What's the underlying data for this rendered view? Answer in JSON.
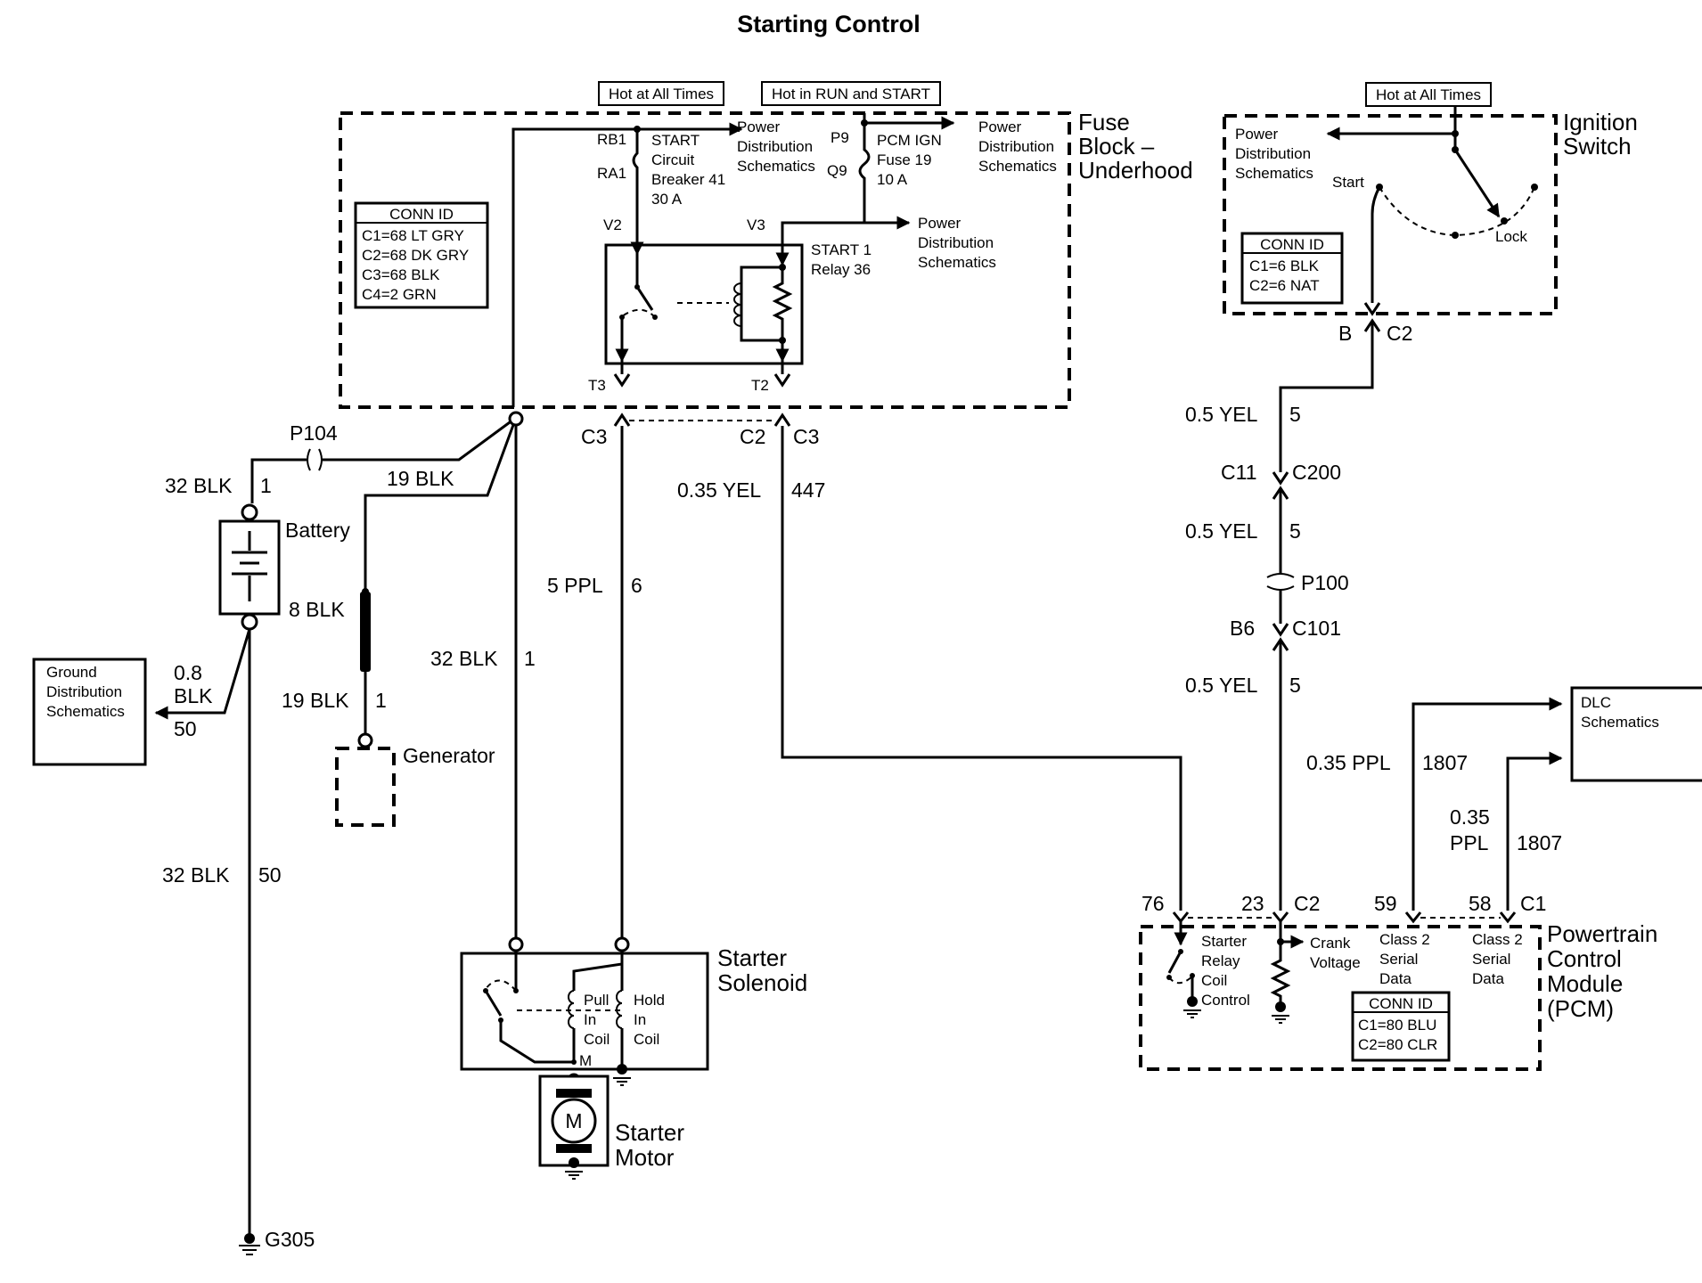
{
  "title": "Starting Control",
  "hot_labels": {
    "hot_at_all_times": "Hot at All Times",
    "hot_in_run_start": "Hot in RUN and START",
    "hot_at_all_times_ign": "Hot at All Times"
  },
  "fuse_block": {
    "title_line1": "Fuse",
    "title_line2": "Block –",
    "title_line3": "Underhood",
    "conn_id_title": "CONN ID",
    "conn_id": [
      "C1=68 LT GRY",
      "C2=68 DK GRY",
      "C3=68 BLK",
      "C4=2 GRN"
    ],
    "breaker": {
      "pin_top": "RB1",
      "pin_bottom": "RA1",
      "lines": [
        "START",
        "Circuit",
        "Breaker 41",
        "30 A"
      ]
    },
    "fuse": {
      "pin_top": "P9",
      "pin_bottom": "Q9",
      "lines": [
        "PCM IGN",
        "Fuse 19",
        "10 A"
      ]
    },
    "relay": {
      "pin_v2": "V2",
      "pin_v3": "V3",
      "pin_t3": "T3",
      "pin_t2": "T2",
      "lines": [
        "START 1",
        "Relay 36"
      ]
    },
    "pd_schematics_1": [
      "Power",
      "Distribution",
      "Schematics"
    ],
    "pd_schematics_2": [
      "Power",
      "Distribution",
      "Schematics"
    ],
    "pd_schematics_3": [
      "Power",
      "Distribution",
      "Schematics"
    ]
  },
  "ignition_switch": {
    "title_line1": "Ignition",
    "title_line2": "Switch",
    "pd_schematics": [
      "Power",
      "Distribution",
      "Schematics"
    ],
    "start_label": "Start",
    "lock_label": "Lock",
    "conn_id_title": "CONN ID",
    "conn_id": [
      "C1=6 BLK",
      "C2=6 NAT"
    ],
    "connector_pin": "B",
    "connector": "C2"
  },
  "wires": {
    "battery_cable_size": "32 BLK",
    "battery_cable_circuit": "1",
    "p104": "P104",
    "gen_feed": "19 BLK",
    "battery_label": "Battery",
    "gen_cable_size": "8 BLK",
    "gen_cable2_size": "19 BLK",
    "gen_cable2_circuit": "1",
    "generator_label": "Generator",
    "ground_wire_size": "0.8",
    "ground_wire_color": "BLK",
    "ground_wire_circuit": "50",
    "ground_cable_size": "32 BLK",
    "ground_cable_circuit": "50",
    "ground_point": "G305",
    "starter_cable_size": "32 BLK",
    "starter_cable_circuit": "1",
    "solenoid_wire_size": "5 PPL",
    "solenoid_wire_circuit": "6",
    "c3_left": "C3",
    "c2_mid": "C2",
    "c3_mid": "C3",
    "relay_ctrl_size": "0.35 YEL",
    "relay_ctrl_circuit": "447",
    "crank_size_1": "0.5 YEL",
    "crank_circuit_1": "5",
    "c11": "C11",
    "c200": "C200",
    "crank_size_2": "0.5 YEL",
    "crank_circuit_2": "5",
    "p100": "P100",
    "b6": "B6",
    "c101": "C101",
    "crank_size_3": "0.5 YEL",
    "crank_circuit_3": "5",
    "dlc_size_1": "0.35 PPL",
    "dlc_circuit_1": "1807",
    "dlc_size_2a": "0.35",
    "dlc_size_2b": "PPL",
    "dlc_circuit_2": "1807"
  },
  "ground_dist": [
    "Ground",
    "Distribution",
    "Schematics"
  ],
  "dlc": [
    "DLC",
    "Schematics"
  ],
  "starter": {
    "solenoid_line1": "Starter",
    "solenoid_line2": "Solenoid",
    "pull_in": [
      "Pull",
      "In",
      "Coil"
    ],
    "hold_in": [
      "Hold",
      "In",
      "Coil"
    ],
    "m_terminal": "M",
    "motor_symbol": "M",
    "motor_line1": "Starter",
    "motor_line2": "Motor"
  },
  "pcm": {
    "title": [
      "Powertrain",
      "Control",
      "Module",
      "(PCM)"
    ],
    "pin_76": "76",
    "pin_23": "23",
    "conn_c2": "C2",
    "pin_59": "59",
    "pin_58": "58",
    "conn_c1": "C1",
    "relay_ctrl": [
      "Starter",
      "Relay",
      "Coil",
      "Control"
    ],
    "crank_voltage": [
      "Crank",
      "Voltage"
    ],
    "class2_a": [
      "Class 2",
      "Serial",
      "Data"
    ],
    "class2_b": [
      "Class 2",
      "Serial",
      "Data"
    ],
    "conn_id_title": "CONN ID",
    "conn_id": [
      "C1=80 BLU",
      "C2=80 CLR"
    ]
  }
}
